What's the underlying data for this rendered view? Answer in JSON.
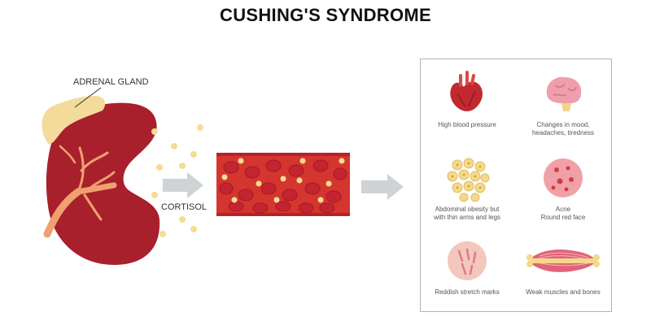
{
  "title": "CUSHING'S SYNDROME",
  "labels": {
    "adrenal_gland": "ADRENAL GLAND",
    "cortisol": "CORTISOL"
  },
  "symptoms": [
    {
      "label": "High blood pressure",
      "icon": "heart-icon"
    },
    {
      "label": "Changes in mood,\nheadaches, tiredness",
      "icon": "brain-icon"
    },
    {
      "label": "Abdominal obesity but\nwith thin arms and legs",
      "icon": "fat-cells-icon"
    },
    {
      "label": "Acne\nRound red face",
      "icon": "acne-skin-icon"
    },
    {
      "label": "Reddish stretch marks",
      "icon": "stretch-marks-icon"
    },
    {
      "label": "Weak muscles and bones",
      "icon": "muscle-bone-icon"
    }
  ],
  "colors": {
    "kidney": "#a8202c",
    "adrenal": "#f3dc9b",
    "vessel": "#d5352f",
    "red_cell": "#c22530",
    "cortisol_dot": "#f4dc93",
    "arrow": "#cfd3d6",
    "panel_border": "#aab4bf"
  }
}
